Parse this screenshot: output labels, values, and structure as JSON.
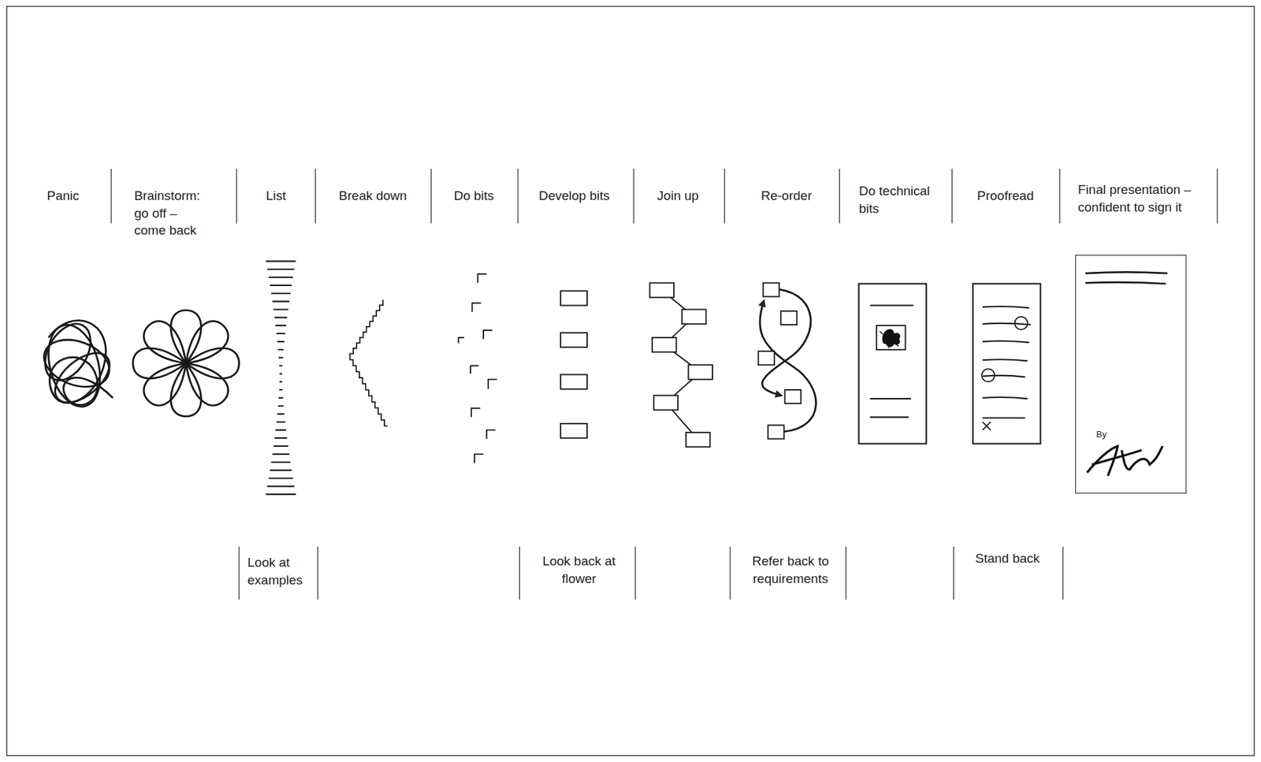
{
  "diagram": {
    "nodes": [
      {
        "text": [
          "By"
        ]
      }
    ],
    "labels": [
      "Panic",
      "Brainstorm: go off – come back",
      "List",
      "Break down",
      "Do bits",
      "Develop bits",
      "Join up",
      "Re-order",
      "Do technical bits",
      "Proofread",
      "Final presentation – confident to sign it",
      "Look at examples",
      "Look back at flower",
      "Refer back to requirements",
      "Stand back"
    ]
  }
}
